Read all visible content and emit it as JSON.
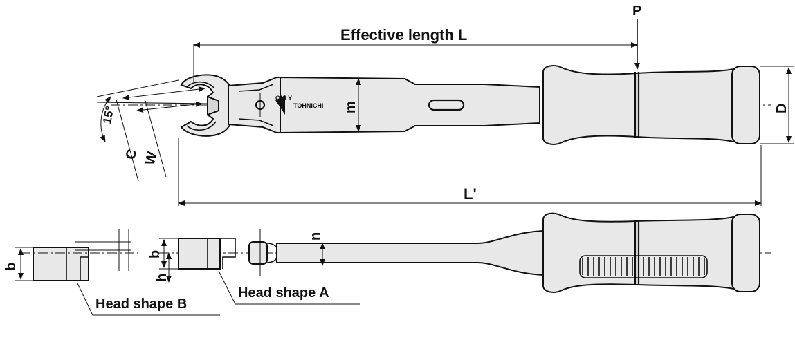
{
  "labels": {
    "force_point": "P",
    "effective_length": "Effective length L",
    "overall_length": "L'",
    "grip_diameter": "D",
    "shank_height": "m",
    "angle": "15°",
    "width_w": "W",
    "width_c": "C",
    "thickness_b_left": "b",
    "thickness_b_right": "b",
    "height_h": "h",
    "offset_n": "n",
    "head_shape_a": "Head shape A",
    "head_shape_b": "Head shape B"
  },
  "engraving": {
    "brand": "TOHNICHI",
    "mark": "ONLY"
  }
}
